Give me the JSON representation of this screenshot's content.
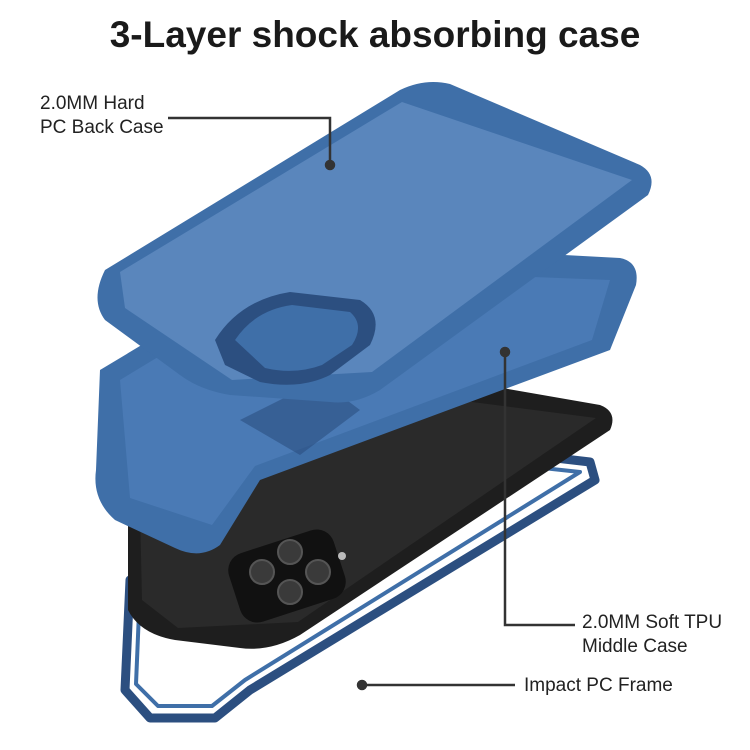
{
  "title": "3-Layer shock absorbing case",
  "labels": {
    "hard_case": [
      "2.0MM Hard",
      "PC Back Case"
    ],
    "tpu_case": [
      "2.0MM Soft TPU",
      "Middle Case"
    ],
    "frame": "Impact PC Frame"
  },
  "colors": {
    "case_blue": "#3f6fa8",
    "case_blue_light": "#5a86bc",
    "case_blue_dark": "#2c4f80",
    "phone_black": "#1e1e1e",
    "leader_line": "#333333"
  }
}
